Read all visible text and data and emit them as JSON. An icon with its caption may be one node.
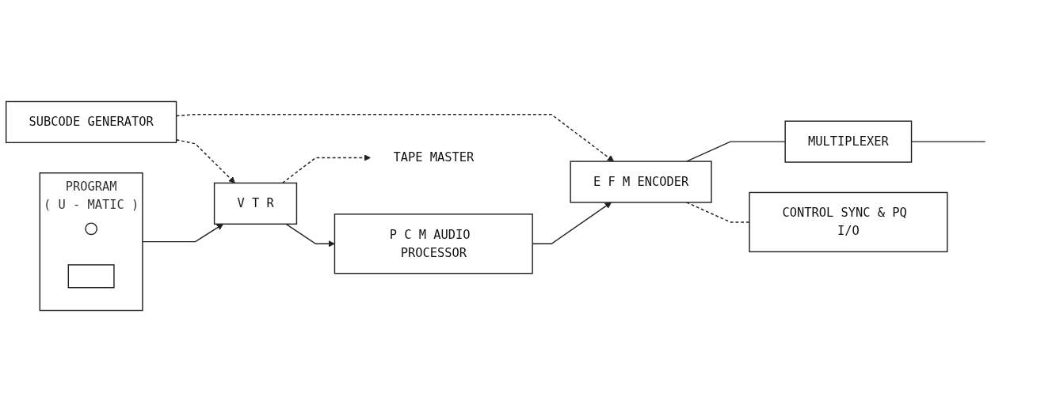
{
  "diagram": {
    "nodes": [
      {
        "text": [
          "SUBCODE GENERATOR"
        ]
      },
      {
        "text": [
          "PROGRAM"
        ],
        "beside": [
          "( U - MATIC )"
        ]
      },
      {
        "text": [],
        "shape": "circle",
        "in": 1
      },
      {
        "text": [],
        "shape": "box",
        "in": 1
      },
      {
        "text": [
          "V T R"
        ]
      },
      {
        "text": [
          "P C M AUDIO PROCESSOR"
        ]
      },
      {
        "text": [
          "E F M ENCODER"
        ]
      },
      {
        "text": [
          "MULTIPLEXER"
        ]
      },
      {
        "text": [
          "TAPE MASTER"
        ]
      },
      {
        "text": [
          "CONTROL SYNC & PQ I/O"
        ]
      }
    ],
    "edges": [
      {
        "from": 1,
        "to": 4,
        "arrow": "to"
      },
      {
        "from": 0,
        "to": 4,
        "arrow": "to",
        "style": "dashed"
      },
      {
        "from": 0,
        "to": 6,
        "arrow": "to",
        "style": "dashed"
      },
      {
        "from": 4,
        "to": 5,
        "arrow": "to"
      },
      {
        "from": 5,
        "to": 6,
        "arrow": "to"
      },
      {
        "from": 6,
        "to": 7,
        "arrow": "none"
      },
      {
        "from": 4,
        "to": 8,
        "arrow": "to",
        "style": "dashed"
      },
      {
        "from": 6,
        "to": 9,
        "arrow": "none",
        "style": "dashed"
      },
      {
        "from": 7,
        "to": null,
        "arrow": "none"
      }
    ]
  }
}
